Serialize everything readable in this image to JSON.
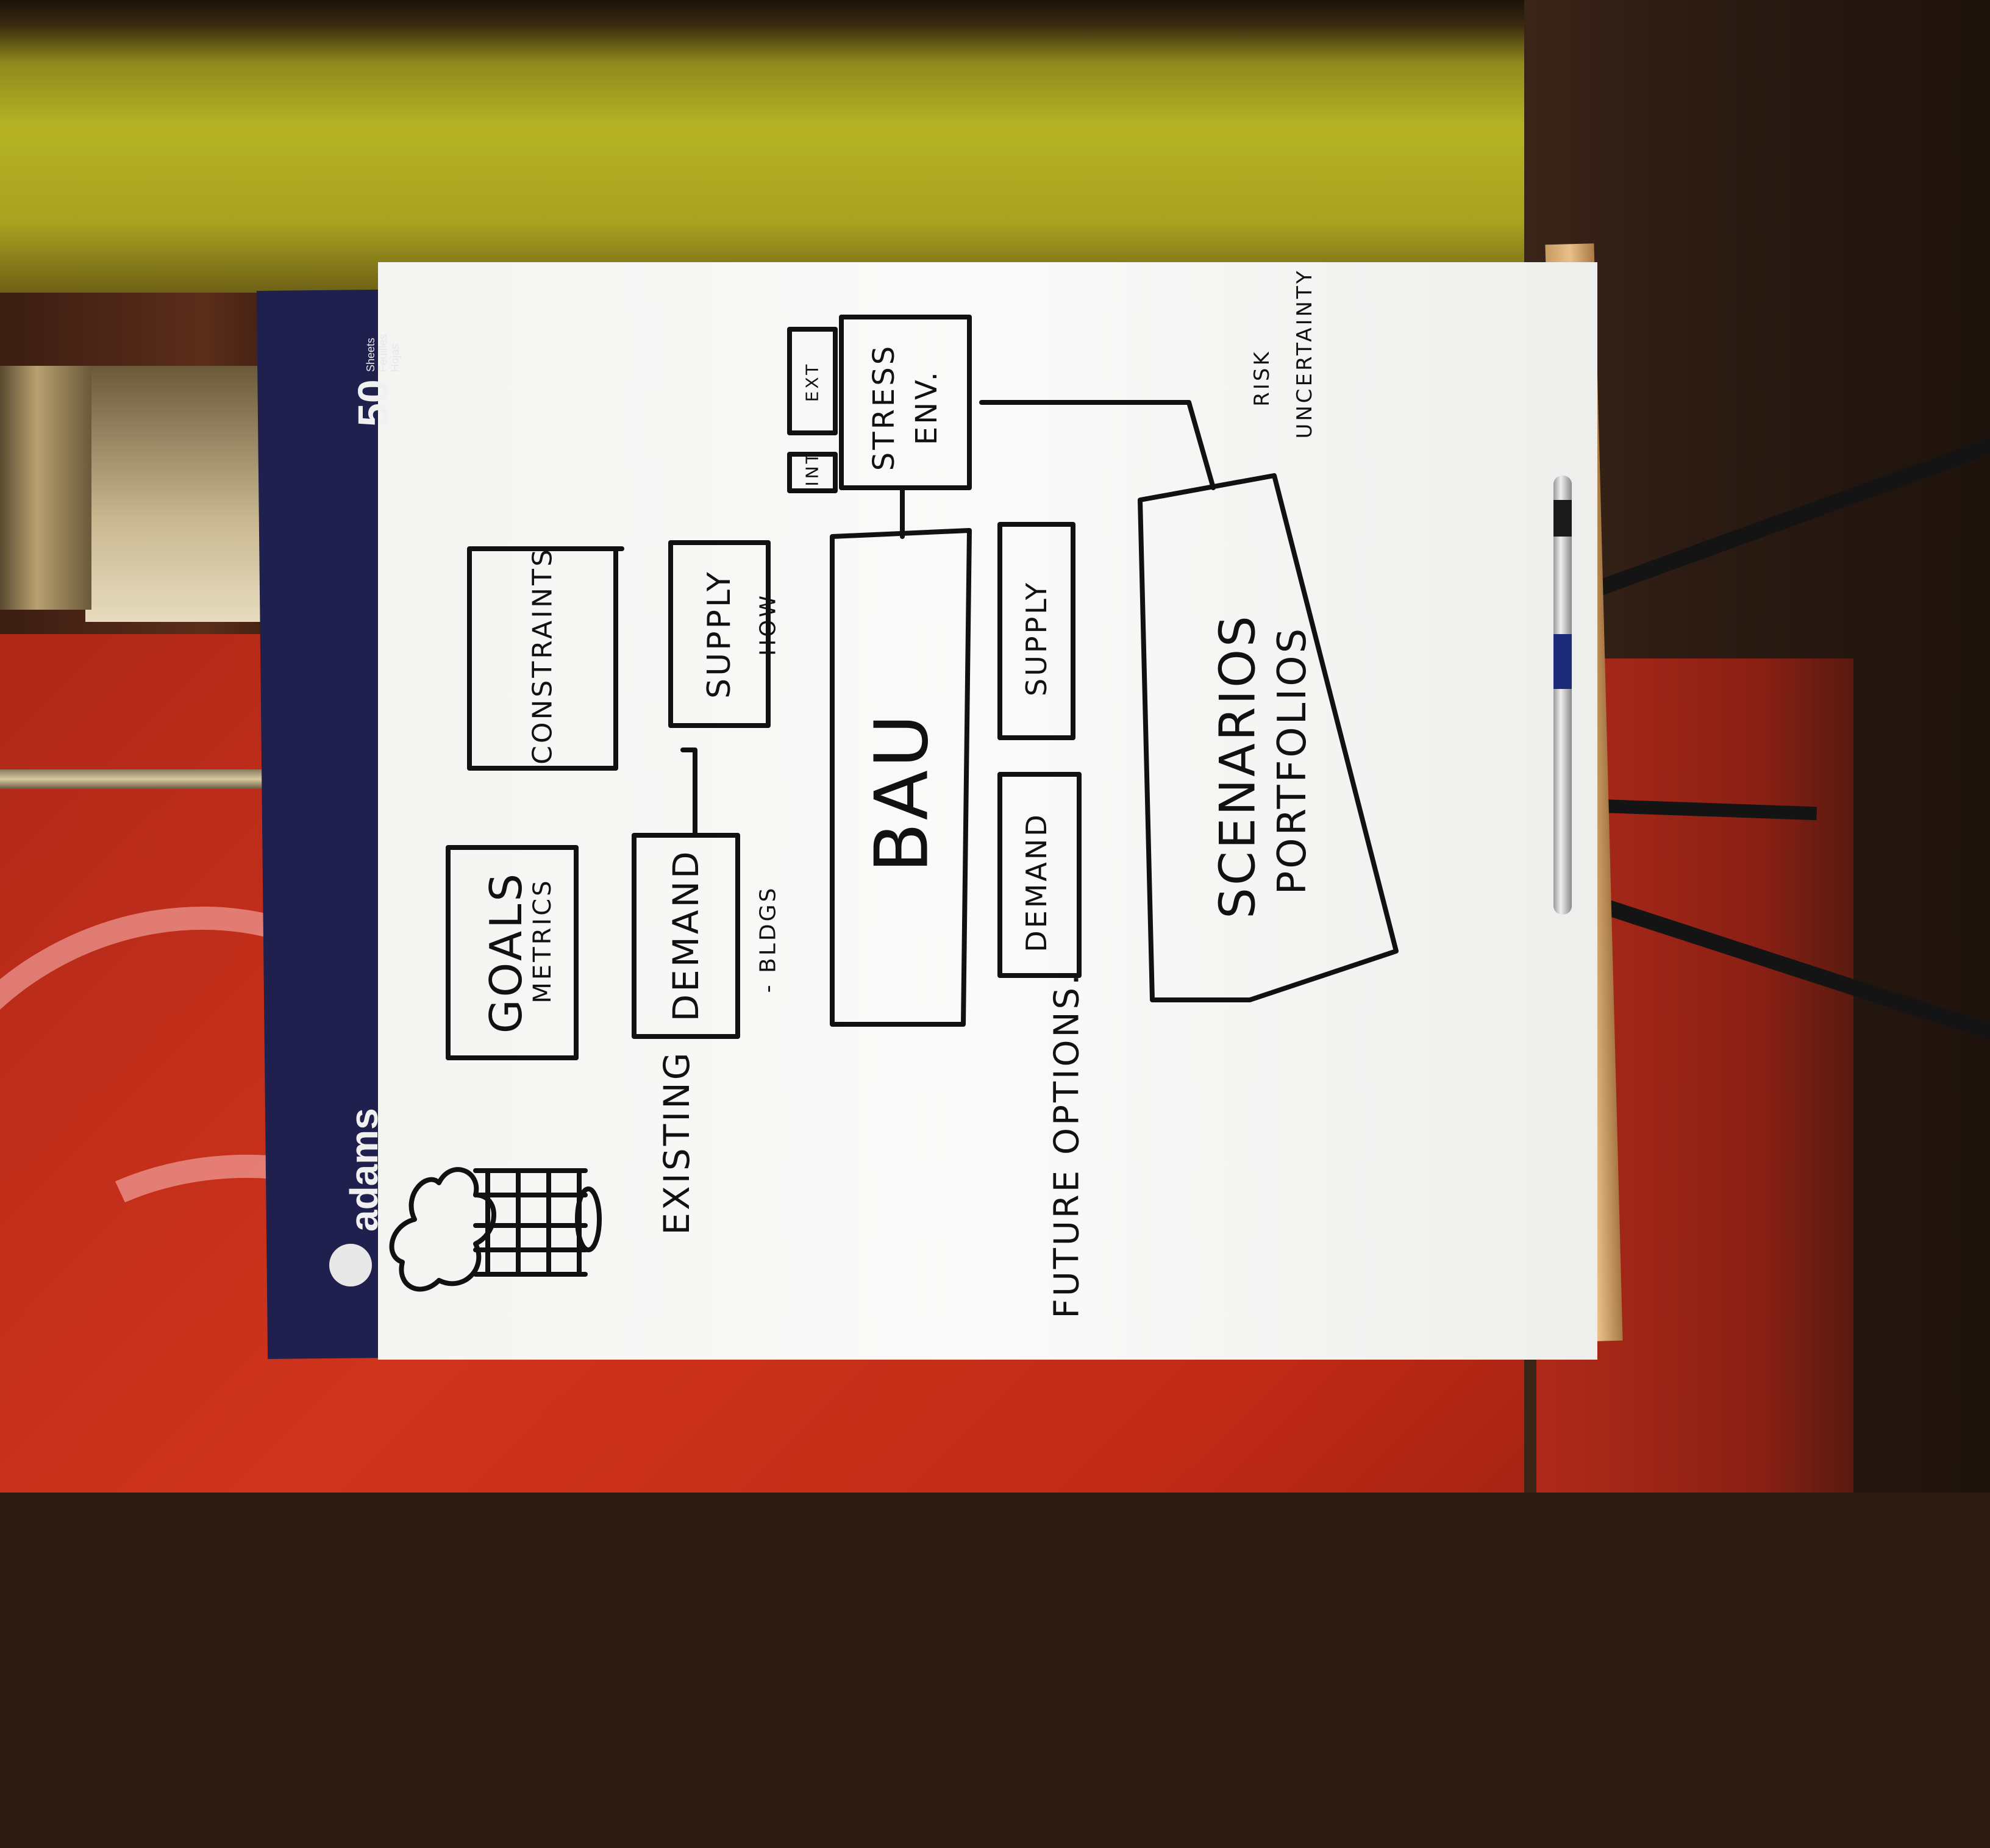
{
  "pad": {
    "brand": "adams",
    "sheet_count": "50",
    "sheet_words": "Sheets Feuilles Hojas"
  },
  "flipchart": {
    "goals": "GOALS",
    "metrics": "METRICS",
    "constraints": "CONSTRAINTS",
    "existing": "EXISTING",
    "demand_existing": "DEMAND",
    "bldgs": "- BLDGS",
    "supply_existing": "SUPPLY",
    "how": "- HOW",
    "bau": "BAU",
    "int": "INT",
    "ext": "EXT",
    "stress": "STRESS",
    "env": "ENV.",
    "future_options": "FUTURE OPTIONS.",
    "demand_future": "DEMAND",
    "supply_future": "SUPPLY",
    "scenarios": "SCENARIOS",
    "portfolios": "PORTFOLIOS",
    "risk": "RISK",
    "uncertainty": "UNCERTAINTY"
  },
  "colors": {
    "paper": "#f7f7f5",
    "marker": "#111111",
    "pad_header": "#20204e",
    "wall_red": "#c8301a"
  }
}
